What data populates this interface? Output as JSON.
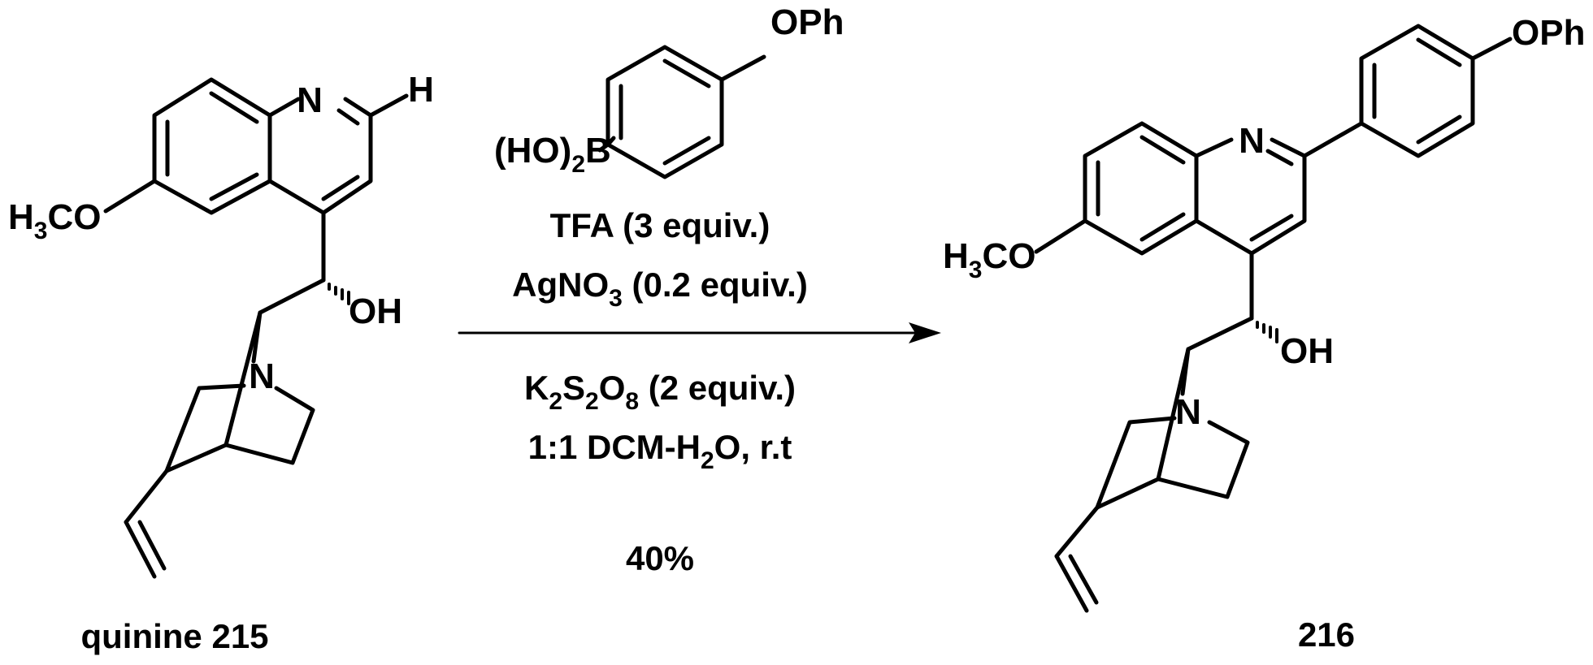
{
  "reactant": {
    "atoms": {
      "n": "N",
      "h": "H",
      "methoxy_main": "H",
      "methoxy_sub": "3",
      "methoxy_tail": "CO",
      "oh": "OH",
      "amine_n": "N"
    },
    "name": "quinine 215"
  },
  "reagent": {
    "oph": "OPh",
    "boronic_main": "(HO)",
    "boronic_sub": "2",
    "boronic_tail": "B"
  },
  "conditions": {
    "line1": "TFA (3 equiv.)",
    "line2_main": "AgNO",
    "line2_sub": "3",
    "line2_tail": " (0.2 equiv.)",
    "line3_a": "K",
    "line3_a_sub": "2",
    "line3_b": "S",
    "line3_b_sub": "2",
    "line3_c": "O",
    "line3_c_sub": "8",
    "line3_tail": " (2 equiv.)",
    "line4_main": "1:1 DCM-H",
    "line4_sub": "2",
    "line4_tail": "O, r.t",
    "yield": "40%"
  },
  "product": {
    "atoms": {
      "n": "N",
      "oph": "OPh",
      "methoxy_main": "H",
      "methoxy_sub": "3",
      "methoxy_tail": "CO",
      "oh": "OH",
      "amine_n": "N"
    },
    "name": "216"
  }
}
